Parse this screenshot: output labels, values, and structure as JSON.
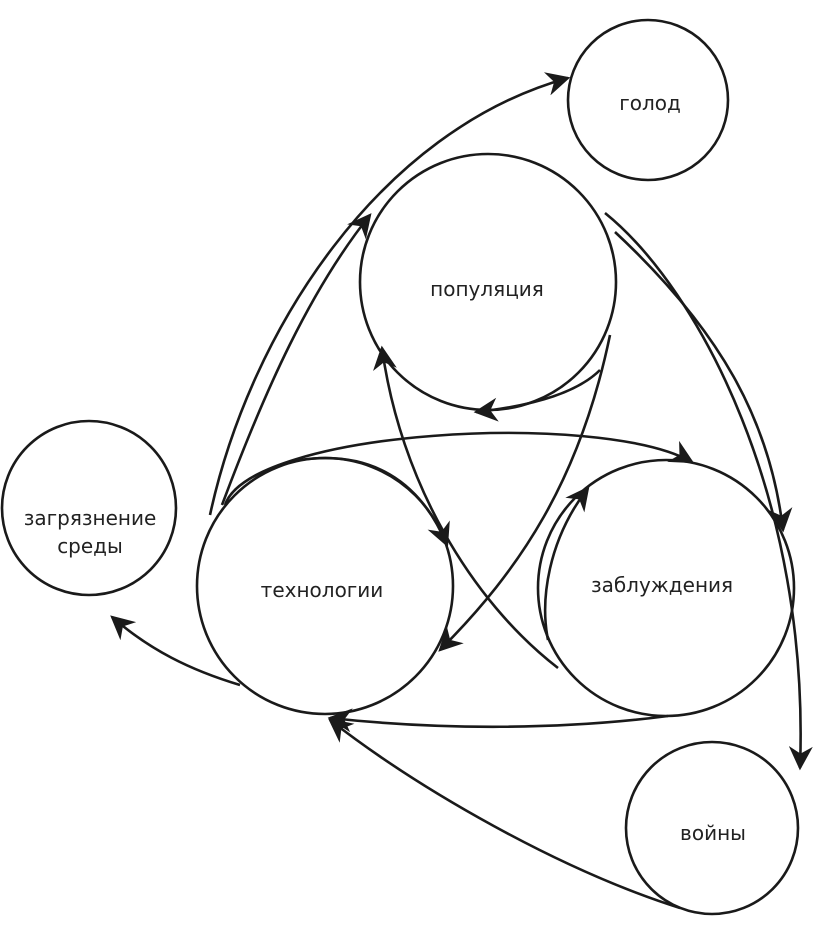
{
  "nodes": {
    "golod": "голод",
    "populyatsiya": "популяция",
    "zagryaznenie_line1": "загрязнение",
    "zagryaznenie_line2": "среды",
    "tekhnologii": "технологии",
    "zabluzhdeniya": "заблуждения",
    "voyny": "войны"
  },
  "colors": {
    "stroke": "#1a1a1a",
    "text": "#222222",
    "background": "#ffffff"
  }
}
